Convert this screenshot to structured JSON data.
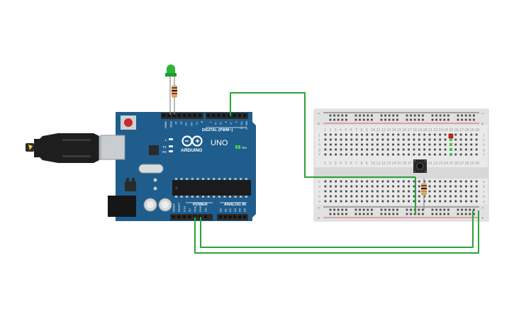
{
  "arduino": {
    "logo_text": "ARDUINO",
    "model": "UNO",
    "digital_label": "DIGITAL (PWM~)",
    "power_label": "POWER",
    "analog_label": "ANALOG IN",
    "led_l": "L",
    "led_tx": "TX",
    "led_rx": "RX",
    "led_on": "ON",
    "digital_pins": [
      "AREF",
      "GND",
      "13",
      "12",
      "~11",
      "~10",
      "~9",
      "8",
      "7",
      "~6",
      "~5",
      "4",
      "~3",
      "2",
      "TX→1",
      "RX←0"
    ],
    "power_pins": [
      "IOREF",
      "RESET",
      "3.3V",
      "5V",
      "GND",
      "GND",
      "Vin"
    ],
    "analog_pins": [
      "A0",
      "A1",
      "A2",
      "A3",
      "A4",
      "A5"
    ]
  },
  "breadboard": {
    "row_letters_top": [
      "j",
      "i",
      "h",
      "g",
      "f"
    ],
    "row_letters_bottom": [
      "e",
      "d",
      "c",
      "b",
      "a"
    ],
    "columns": [
      "1",
      "2",
      "3",
      "4",
      "5",
      "6",
      "7",
      "8",
      "9",
      "10",
      "11",
      "12",
      "13",
      "14",
      "15",
      "16",
      "17",
      "18",
      "19",
      "20",
      "21",
      "22",
      "23",
      "24",
      "25",
      "26",
      "27",
      "28",
      "29",
      "30"
    ],
    "rail_minus": "−",
    "rail_plus": "+"
  },
  "colors": {
    "wire": "#2aa33a",
    "board": "#1f5d8c",
    "board_dark": "#174a70",
    "header": "#2b2b2b",
    "rail_red": "#d63a3a",
    "rail_black": "#3a3a3a",
    "led_green": "#2fb33b",
    "led_red": "#d31f1f"
  }
}
